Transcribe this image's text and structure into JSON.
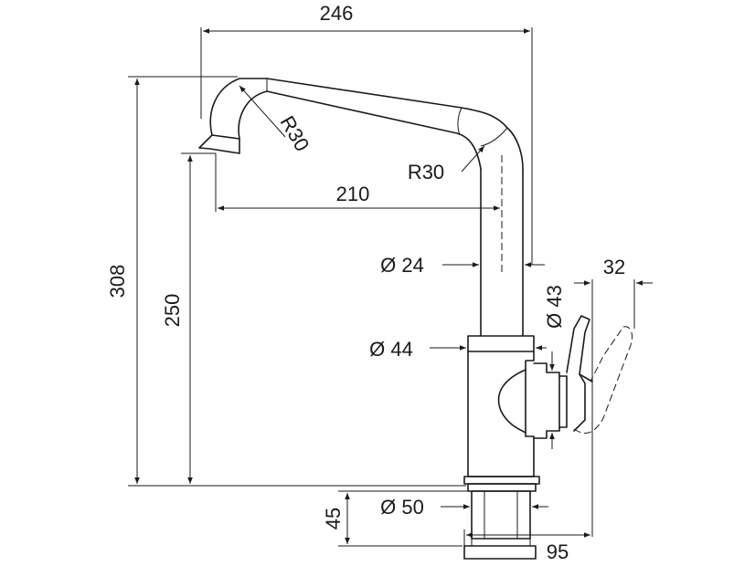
{
  "dimensions": {
    "overall_width": "246",
    "overall_height": "308",
    "spout_height": "250",
    "spout_reach": "210",
    "bend_radius_upper": "R30",
    "bend_radius_lower": "R30",
    "pipe_diameter": "Ø 24",
    "lever_diameter": "Ø 43",
    "body_diameter": "Ø 44",
    "base_diameter": "Ø 50",
    "lever_offset": "32",
    "base_height": "45",
    "base_width": "95"
  }
}
